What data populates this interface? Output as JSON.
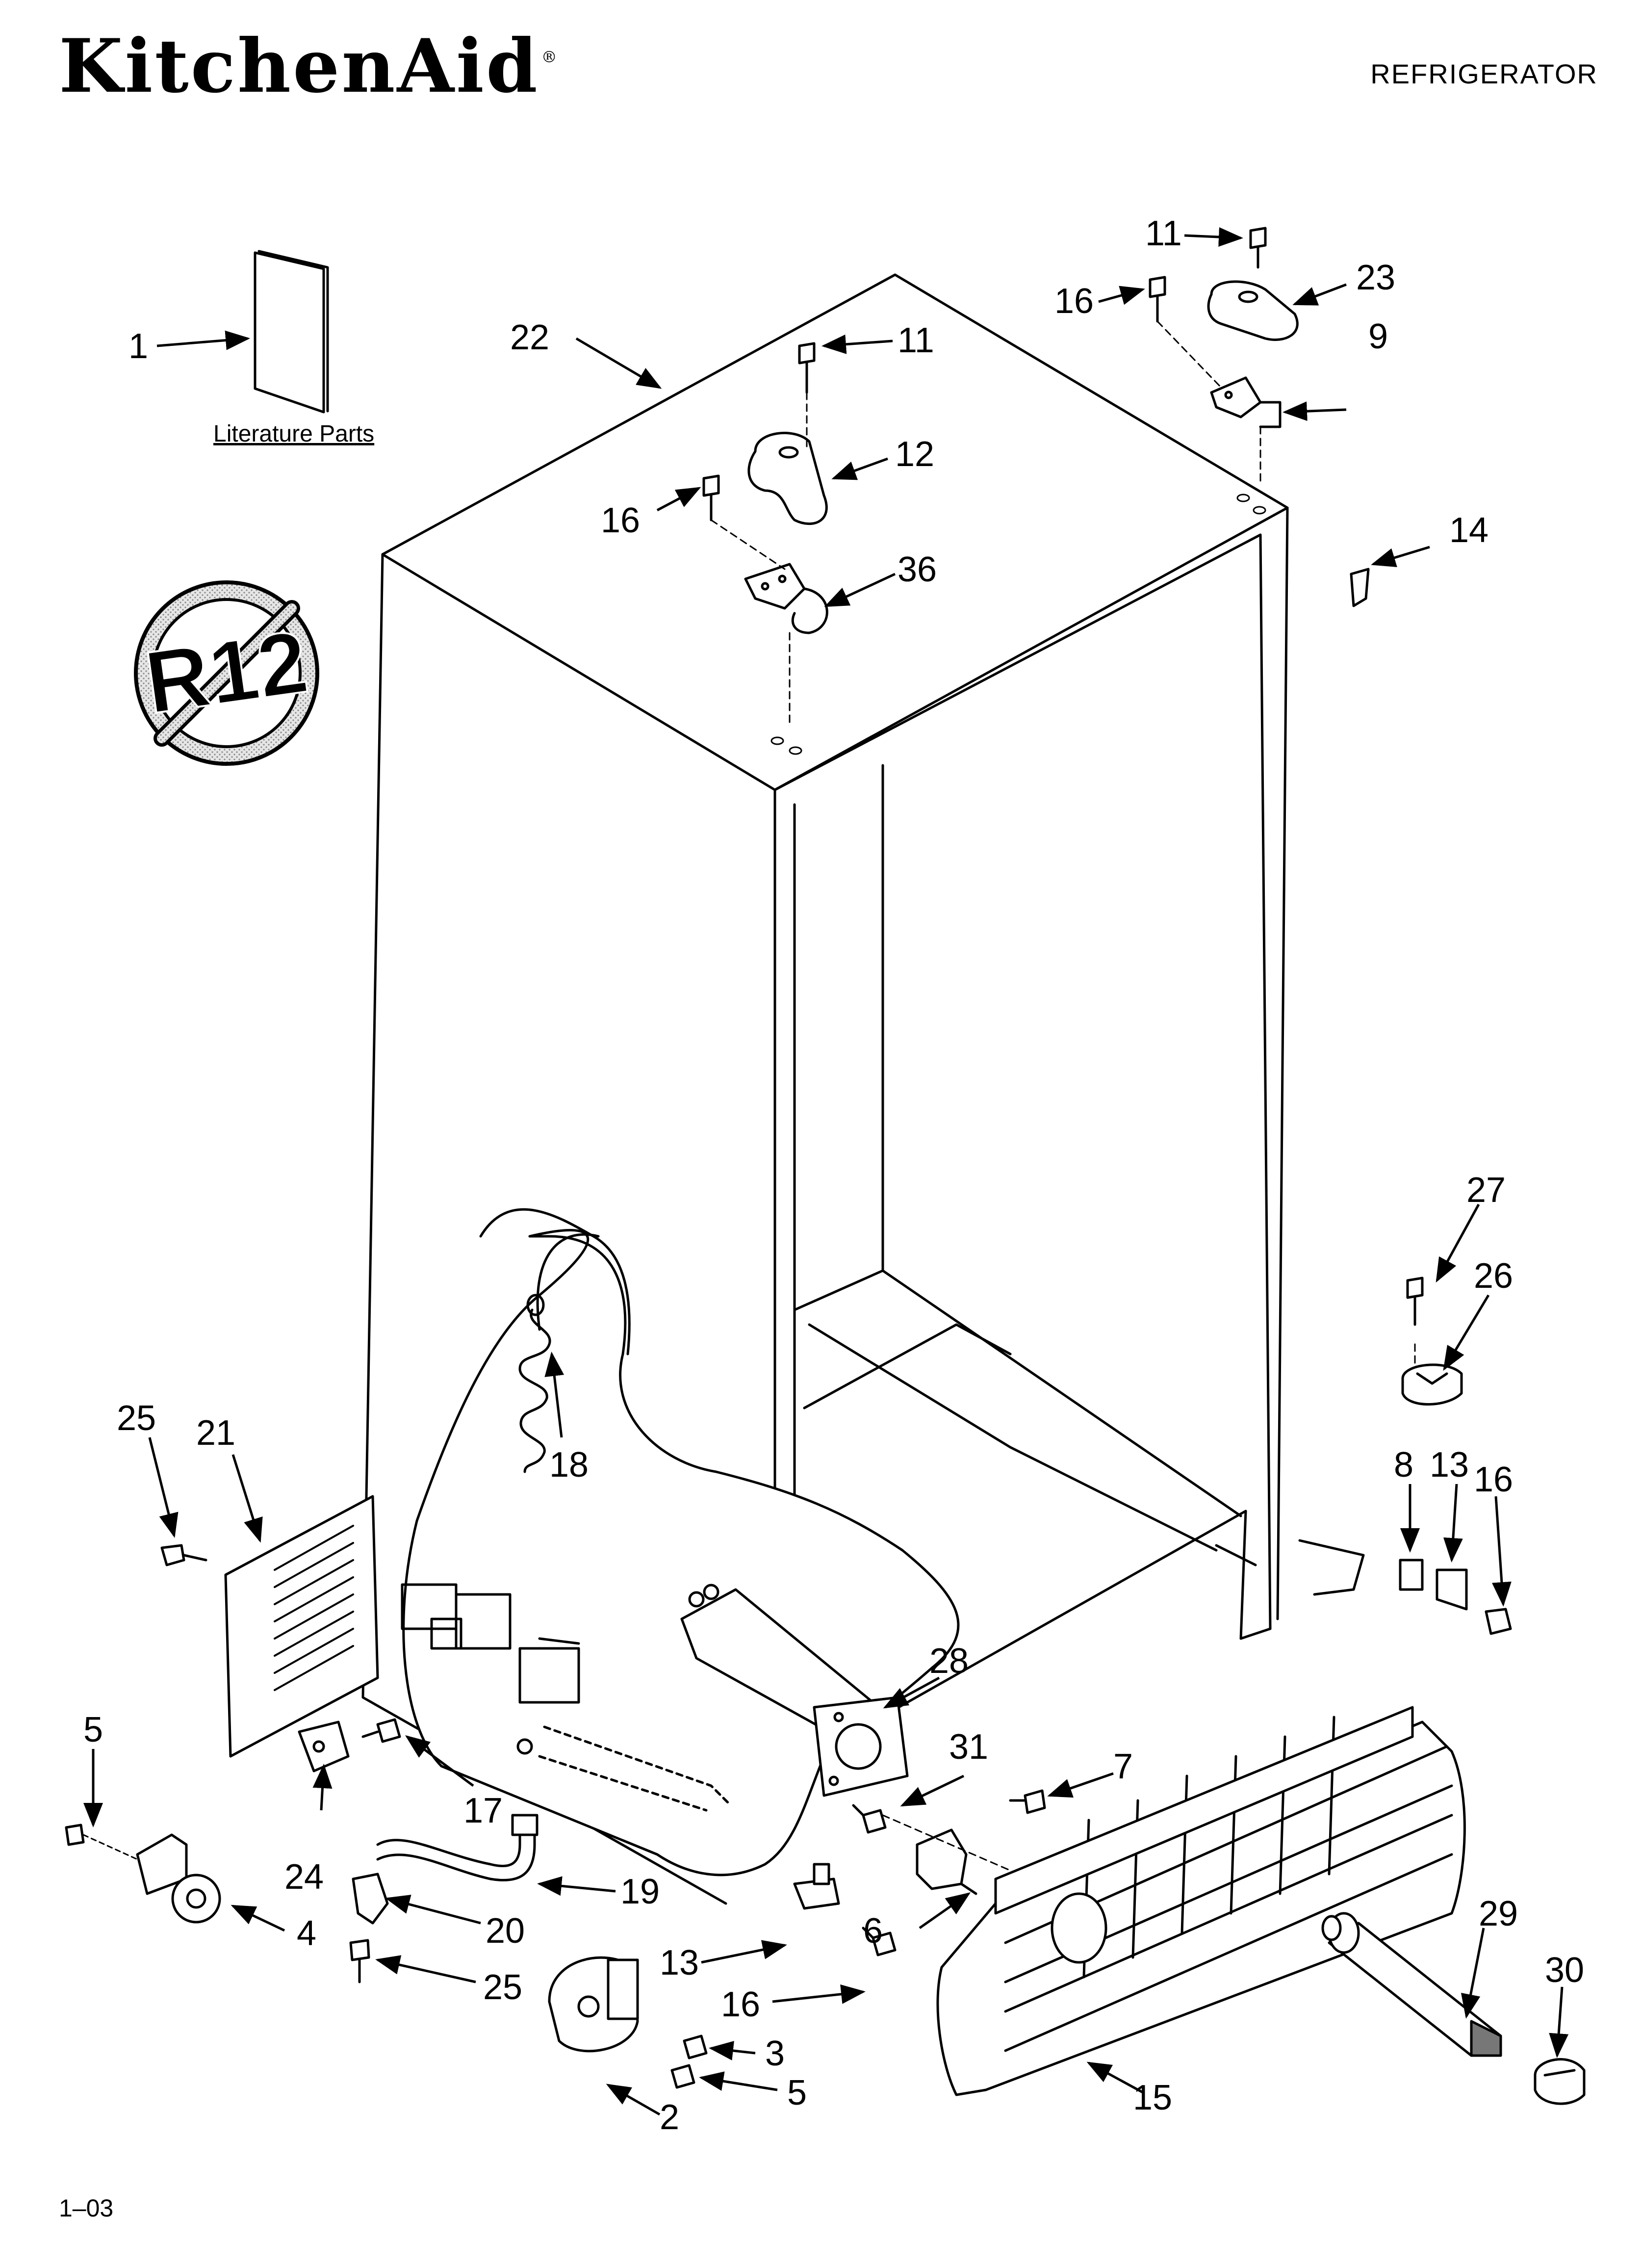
{
  "header": {
    "brand": "KitchenAid",
    "brand_mark": "®",
    "category": "REFRIGERATOR"
  },
  "footer": {
    "code": "1–03"
  },
  "literature": {
    "label": "Literature Parts"
  },
  "badge": {
    "text": "R12",
    "meaning": "no-R12-symbol"
  },
  "callouts": {
    "c1": "1",
    "c22": "22",
    "c11a": "11",
    "c12": "12",
    "c16a": "16",
    "c36": "36",
    "c11b": "11",
    "c16b": "16",
    "c23": "23",
    "c9": "9",
    "c14": "14",
    "c27": "27",
    "c26": "26",
    "c8": "8",
    "c13a": "13",
    "c16c": "16",
    "c25a": "25",
    "c21": "21",
    "c18": "18",
    "c28": "28",
    "c31": "31",
    "c7": "7",
    "c5a": "5",
    "c4": "4",
    "c24": "24",
    "c17": "17",
    "c19": "19",
    "c20": "20",
    "c25b": "25",
    "c6": "6",
    "c13b": "13",
    "c16d": "16",
    "c3": "3",
    "c5b": "5",
    "c2": "2",
    "c15": "15",
    "c29": "29",
    "c30": "30"
  },
  "colors": {
    "ink": "#000000",
    "paper": "#ffffff",
    "badge_fill": "#d8d8d8"
  }
}
